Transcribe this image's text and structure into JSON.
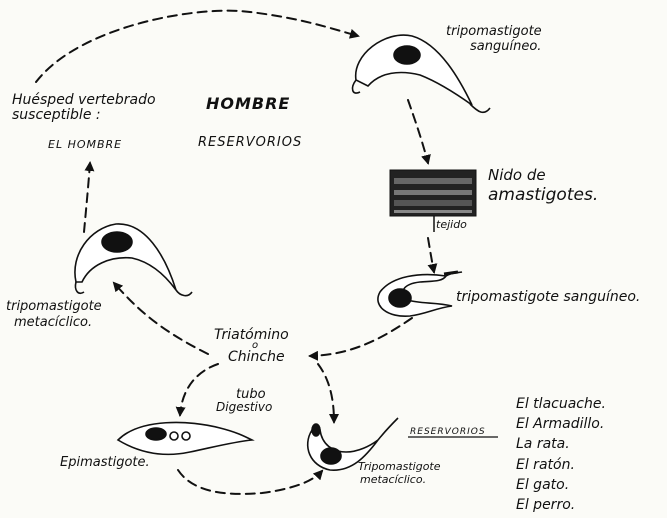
{
  "host": {
    "line1": "Huésped vertebrado",
    "line2": "susceptible :",
    "human": "EL HOMBRE",
    "title": "HOMBRE",
    "reservoirs": "RESERVORIOS"
  },
  "stages": {
    "trypo_blood_top": {
      "line1": "tripomastigote",
      "line2": "sanguíneo."
    },
    "nest": {
      "line1": "Nido de",
      "line2": "amastigotes.",
      "tissue": "tejido"
    },
    "trypo_blood_mid": "tripomastigote sanguíneo.",
    "trypo_meta_left": {
      "line1": "tripomastigote",
      "line2": "metacíclico."
    },
    "vector": {
      "line1": "Triatómino",
      "line2": "o",
      "line3": "Chinche"
    },
    "gut": {
      "line1": "tubo",
      "line2": "Digestivo"
    },
    "epi": "Epimastigote.",
    "trypo_meta_bottom": {
      "line1": "Tripomastigote",
      "line2": "metacíclico."
    }
  },
  "reservoir_list": {
    "label": "RESERVORIOS",
    "animals": [
      "El tlacuache.",
      "El Armadillo.",
      "La rata.",
      "El ratón.",
      "El gato.",
      "El perro."
    ]
  }
}
